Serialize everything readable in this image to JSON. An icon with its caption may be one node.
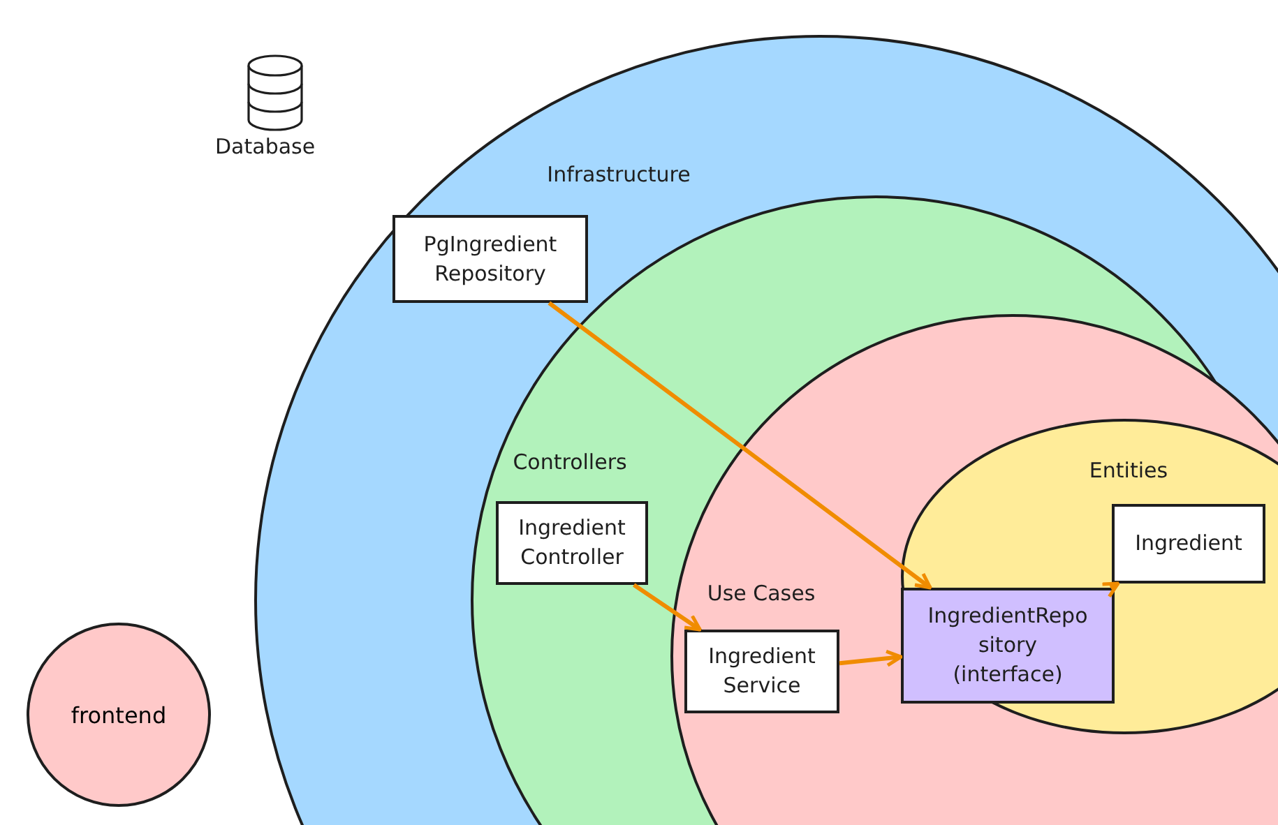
{
  "diagram": {
    "nodes": [
      {
        "text": [
          "Infrastructure"
        ]
      },
      {
        "text": [
          "PgIngredient Repository"
        ],
        "in": 0
      },
      {
        "text": [
          "Controllers"
        ],
        "in": 0
      },
      {
        "text": [
          "Ingredient Controller"
        ],
        "in": 2
      },
      {
        "text": [
          "Use Cases"
        ],
        "in": 2
      },
      {
        "text": [
          "Ingredient Service"
        ],
        "in": 4
      },
      {
        "text": [
          "Entities"
        ],
        "in": 4
      },
      {
        "text": [
          "IngredientRepo sitory (interface)"
        ],
        "in": 6
      },
      {
        "text": [
          "Ingredient"
        ],
        "in": 6
      },
      {
        "text": [
          "frontend"
        ]
      }
    ],
    "edges": [
      {
        "from": 1,
        "to": 7,
        "arrow": "to"
      },
      {
        "from": 3,
        "to": 5,
        "arrow": "to"
      },
      {
        "from": 5,
        "to": 7,
        "arrow": "to"
      },
      {
        "from": 7,
        "to": 8,
        "arrow": "to"
      }
    ],
    "labels": [
      "Database"
    ]
  }
}
